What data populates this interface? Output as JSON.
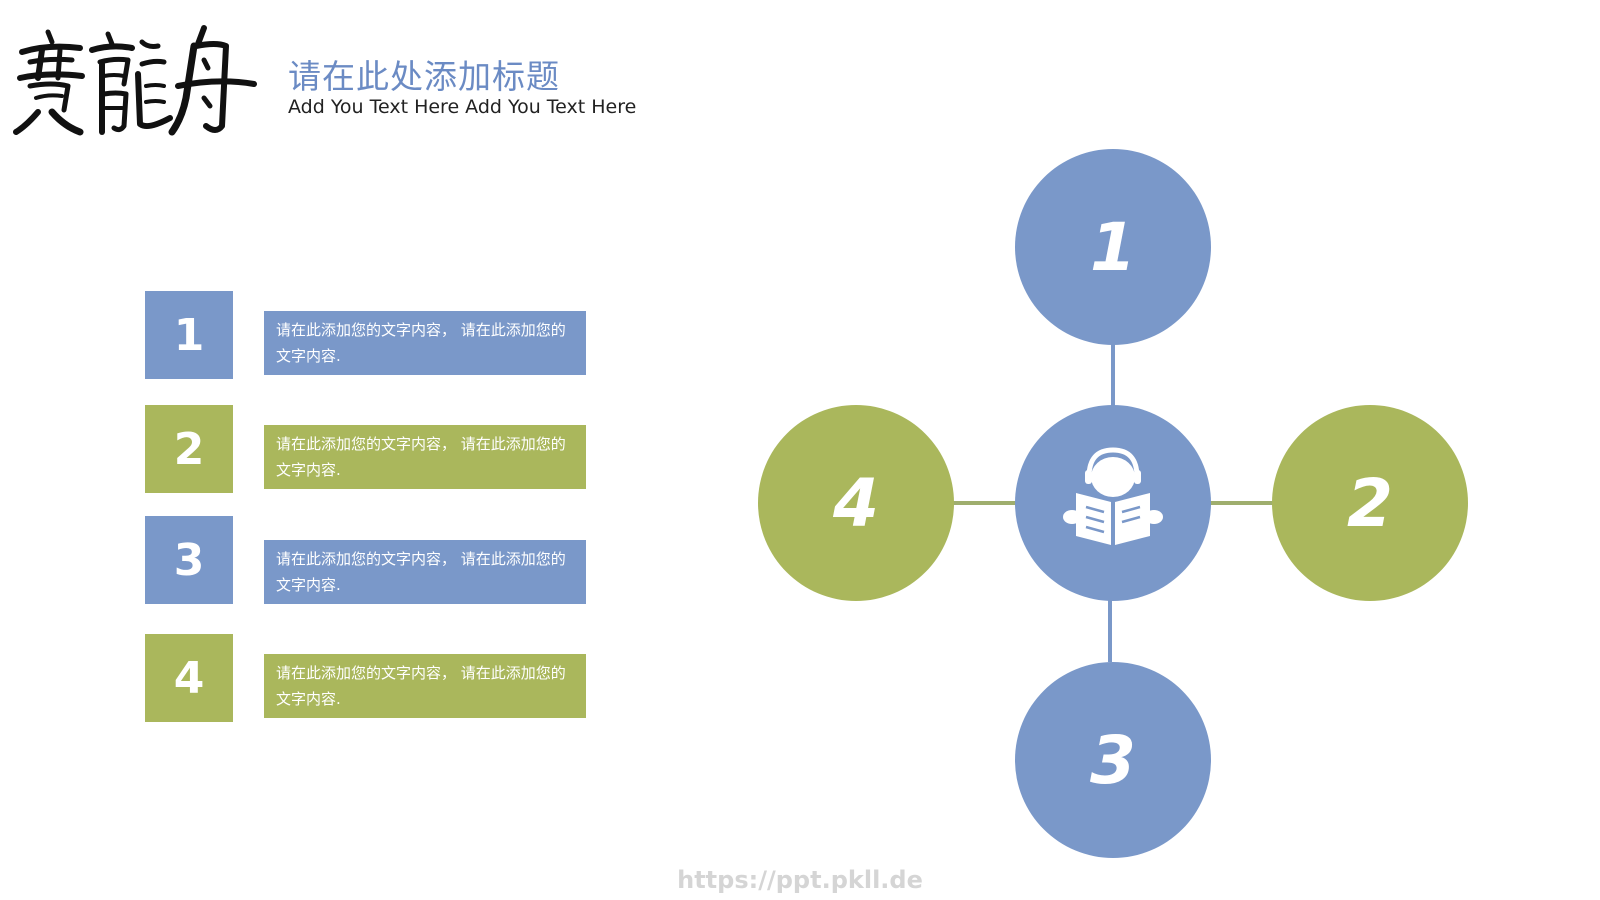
{
  "header": {
    "logo_text": "賽龍舟",
    "title_cn": "请在此处添加标题",
    "title_en": "Add You Text Here Add You Text Here"
  },
  "colors": {
    "blue": "#7a98c9",
    "green": "#aab75c",
    "title_blue": "#6b8bc4",
    "line": "#7a98c9",
    "watermark": "#d5d5d5"
  },
  "list": [
    {
      "num": "1",
      "text": "请在此添加您的文字内容， 请在此添加您的文字内容.",
      "color": "blue"
    },
    {
      "num": "2",
      "text": "请在此添加您的文字内容， 请在此添加您的文字内容.",
      "color": "green"
    },
    {
      "num": "3",
      "text": "请在此添加您的文字内容， 请在此添加您的文字内容.",
      "color": "blue"
    },
    {
      "num": "4",
      "text": "请在此添加您的文字内容， 请在此添加您的文字内容.",
      "color": "green"
    }
  ],
  "diagram": {
    "center_icon": "reading-person-icon",
    "nodes": [
      {
        "label": "1",
        "position": "top",
        "color": "blue"
      },
      {
        "label": "2",
        "position": "right",
        "color": "green"
      },
      {
        "label": "3",
        "position": "bottom",
        "color": "blue"
      },
      {
        "label": "4",
        "position": "left",
        "color": "green"
      }
    ]
  },
  "footer": {
    "url": "https://ppt.pkll.de"
  }
}
